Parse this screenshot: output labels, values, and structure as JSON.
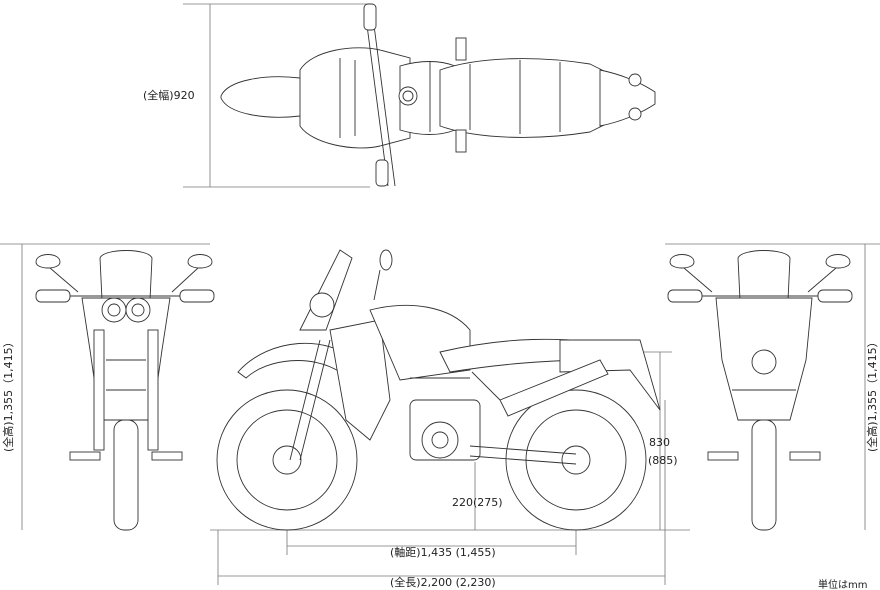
{
  "dims": {
    "width_label": "(全幅)920",
    "height_left_label": "(全高)1,355（1,415）",
    "height_right_label": "(全高)1,355（1,415）",
    "seat_height_label": "830",
    "seat_height_alt_label": "(885)",
    "ground_clearance_label": "220(275)",
    "wheelbase_label": "(軸距)1,435 (1,455)",
    "length_label": "(全長)2,200 (2,230)"
  },
  "unit_label": "単位はmm"
}
